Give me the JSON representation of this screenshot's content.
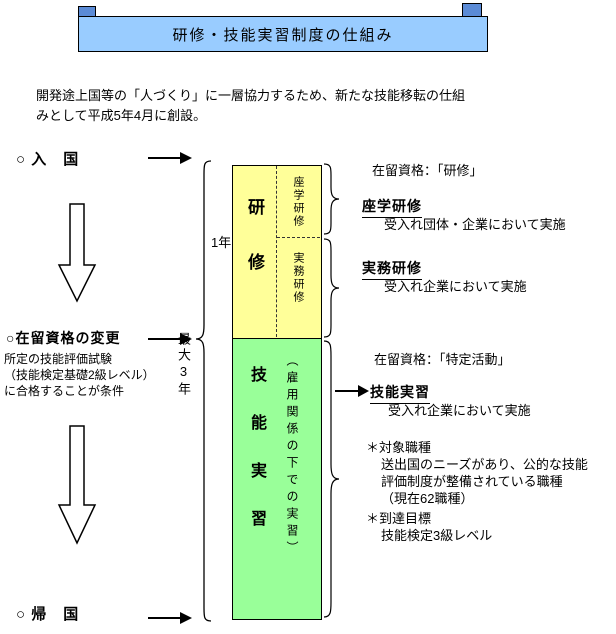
{
  "banner": {
    "title": "研修・技能実習制度の仕組み",
    "fill": "#99CCFF",
    "tab_fill": "#5B8BD6"
  },
  "intro": {
    "line1": "開発途上国等の「人づくり」に一層協力するため、新たな技能移転の仕組",
    "line2": "みとして平成5年4月に創設。"
  },
  "left": {
    "entry_label": "○ 入　国",
    "status_change_label": "○在留資格の変更",
    "note_line1": "所定の技能評価試験",
    "note_line2": "（技能検定基礎2級レベル）",
    "note_line3": "に合格することが条件",
    "return_label": "○ 帰　国",
    "one_year": "1年",
    "max_three_years": "最大3年"
  },
  "bar": {
    "training_label": "研修",
    "classroom_label": "座学研修",
    "practical_label": "実務研修",
    "intern_label": "技能実習",
    "intern_note": "（雇用関係の下での実習）",
    "training_fill": "#FFFF99",
    "intern_fill": "#99FF99"
  },
  "right": {
    "status_training": "在留資格：「研修」",
    "classroom_title": "座学研修",
    "classroom_desc": "受入れ団体・企業において実施",
    "practical_title": "実務研修",
    "practical_desc": "受入れ企業において実施",
    "status_tokutei": "在留資格：「特定活動」",
    "intern_title": "技能実習",
    "intern_desc": "受入れ企業において実施",
    "jobs_label": "＊対象職種",
    "jobs_line1": "送出国のニーズがあり、公的な技能",
    "jobs_line2": "評価制度が整備されている職種",
    "jobs_line3": "（現在62職種）",
    "goal_label": "＊到達目標",
    "goal_line": "技能検定3級レベル"
  }
}
